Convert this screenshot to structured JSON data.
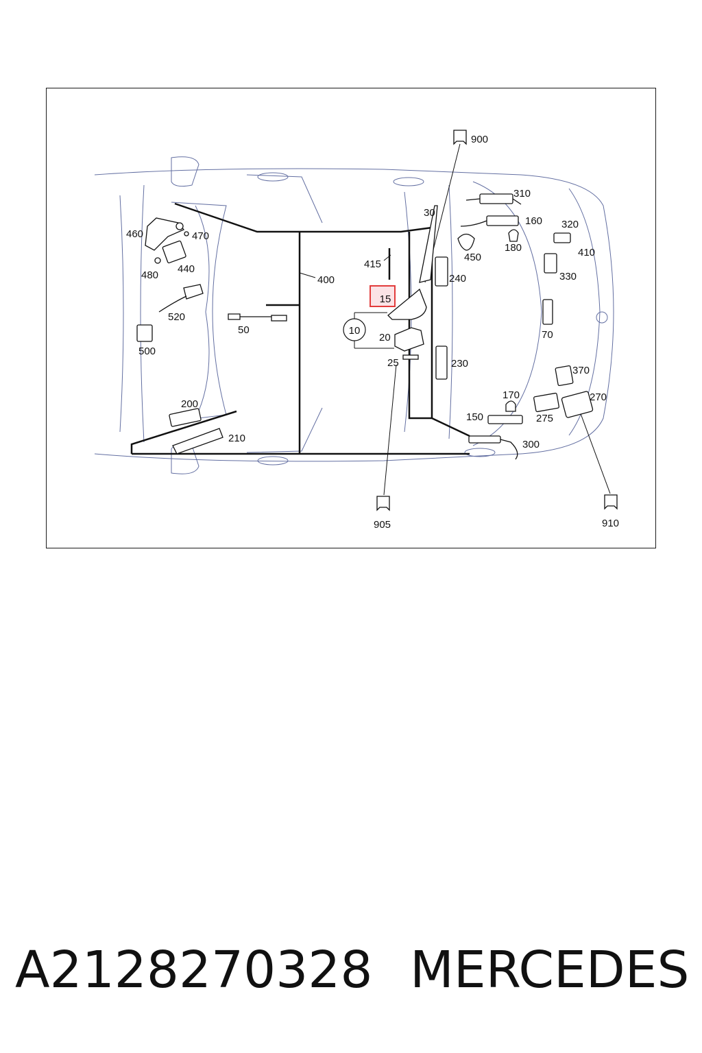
{
  "diagram": {
    "callouts": {
      "c10": "10",
      "c15": "15",
      "c20": "20",
      "c25": "25",
      "c30": "30",
      "c50": "50",
      "c70": "70",
      "c150": "150",
      "c160": "160",
      "c170": "170",
      "c180": "180",
      "c200": "200",
      "c210": "210",
      "c230": "230",
      "c240": "240",
      "c270": "270",
      "c275": "275",
      "c300": "300",
      "c310": "310",
      "c320": "320",
      "c330": "330",
      "c370": "370",
      "c400": "400",
      "c410": "410",
      "c415": "415",
      "c440": "440",
      "c450": "450",
      "c460": "460",
      "c470": "470",
      "c480": "480",
      "c500": "500",
      "c520": "520",
      "c900": "900",
      "c905": "905",
      "c910": "910"
    },
    "highlighted_callout": "15",
    "colors": {
      "car_outline": "#3b4a8a",
      "highlight": "#e23b3b",
      "highlight_fill": "#fbe3e6",
      "lines": "#111111"
    }
  },
  "caption": {
    "part_number": "A2128270328",
    "brand": "MERCEDES"
  }
}
